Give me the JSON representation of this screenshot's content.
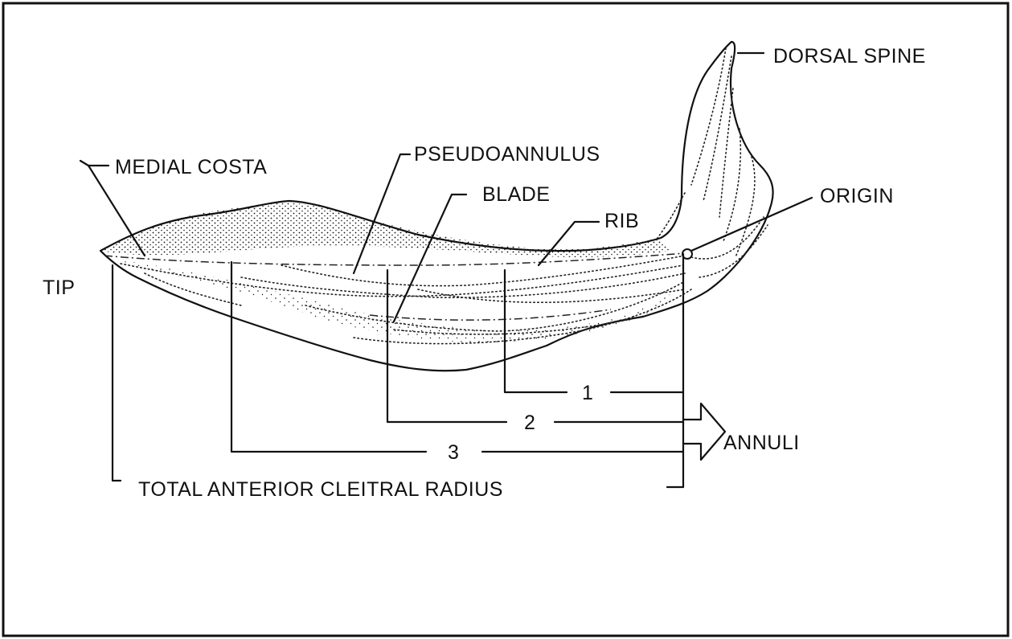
{
  "labels": {
    "dorsal_spine": "DORSAL SPINE",
    "medial_costa": "MEDIAL COSTA",
    "pseudoannulus": "PSEUDOANNULUS",
    "blade": "BLADE",
    "origin": "ORIGIN",
    "rib": "RIB",
    "tip": "TIP",
    "annulus_1": "1",
    "annulus_2": "2",
    "annulus_3": "3",
    "annuli": "ANNULI",
    "total_radius": "TOTAL ANTERIOR CLEITRAL RADIUS"
  },
  "colors": {
    "ink": "#111111",
    "paper": "#ffffff"
  }
}
